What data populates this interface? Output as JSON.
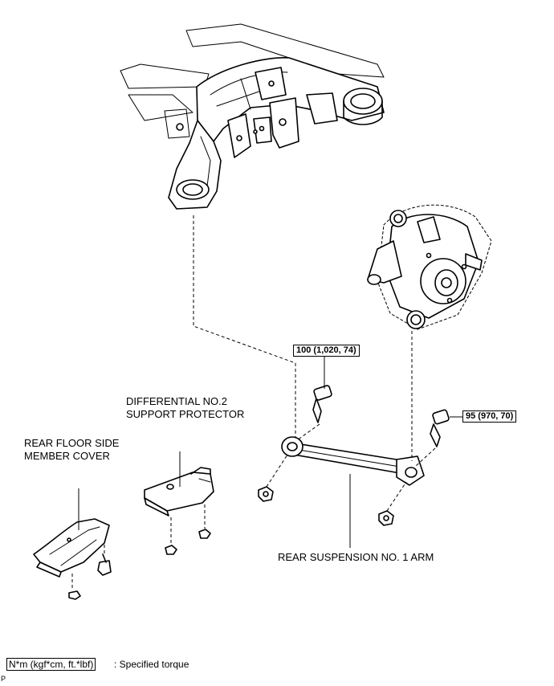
{
  "labels": {
    "differential_protector": [
      "DIFFERENTIAL NO.2",
      "SUPPORT PROTECTOR"
    ],
    "floor_side_cover": [
      "REAR FLOOR SIDE",
      "MEMBER COVER"
    ],
    "suspension_arm": "REAR SUSPENSION NO. 1 ARM"
  },
  "torque": {
    "upper_bolt": "100 (1,020, 74)",
    "right_bolt": "95 (970, 70)"
  },
  "legend": {
    "unit_box": "N*m (kgf*cm, ft.*lbf)",
    "description": ": Specified torque"
  },
  "corner_mark": "P"
}
